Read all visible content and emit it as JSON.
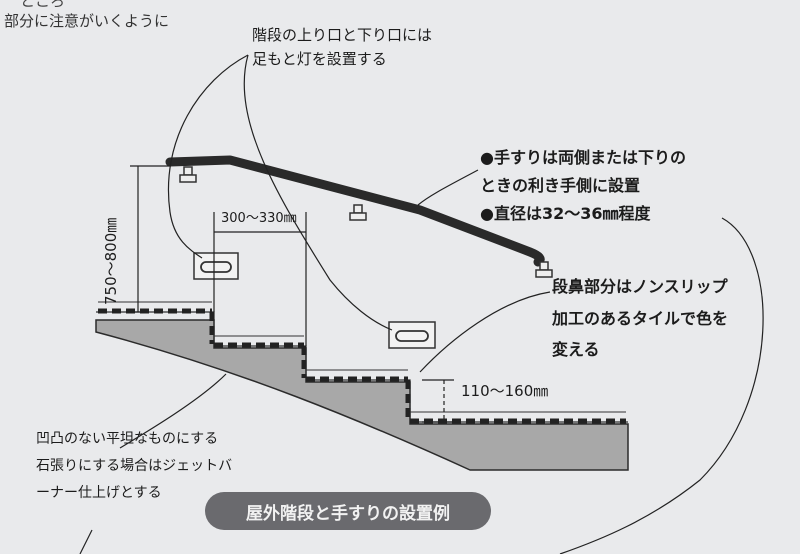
{
  "header": {
    "cut_text": "ところ",
    "text": "部分に注意がいくように"
  },
  "annotations": {
    "foot_light": {
      "line1": "階段の上り口と下り口には",
      "line2": "足もと灯を設置する"
    },
    "handrail": {
      "line1": "●手すりは両側または下りの",
      "line2": "ときの利き手側に設置",
      "line3": "●直径は32〜36㎜程度"
    },
    "nosing": {
      "line1": "段鼻部分はノンスリップ",
      "line2": "加工のあるタイルで色を",
      "line3": "変える"
    },
    "floor": {
      "line1": "凹凸のない平坦なものにする",
      "line2": "石張りにする場合はジェットバ",
      "line3": "ーナー仕上げとする"
    }
  },
  "dimensions": {
    "tread": "300〜330㎜",
    "riser": "110〜160㎜",
    "rail_height": "750〜800㎜"
  },
  "caption": "屋外階段と手すりの設置例",
  "colors": {
    "background": "#e9eaec",
    "stair_fill": "#aaaaaa",
    "rail": "#2a2a2a",
    "caption_bg": "#6a6a6e"
  }
}
